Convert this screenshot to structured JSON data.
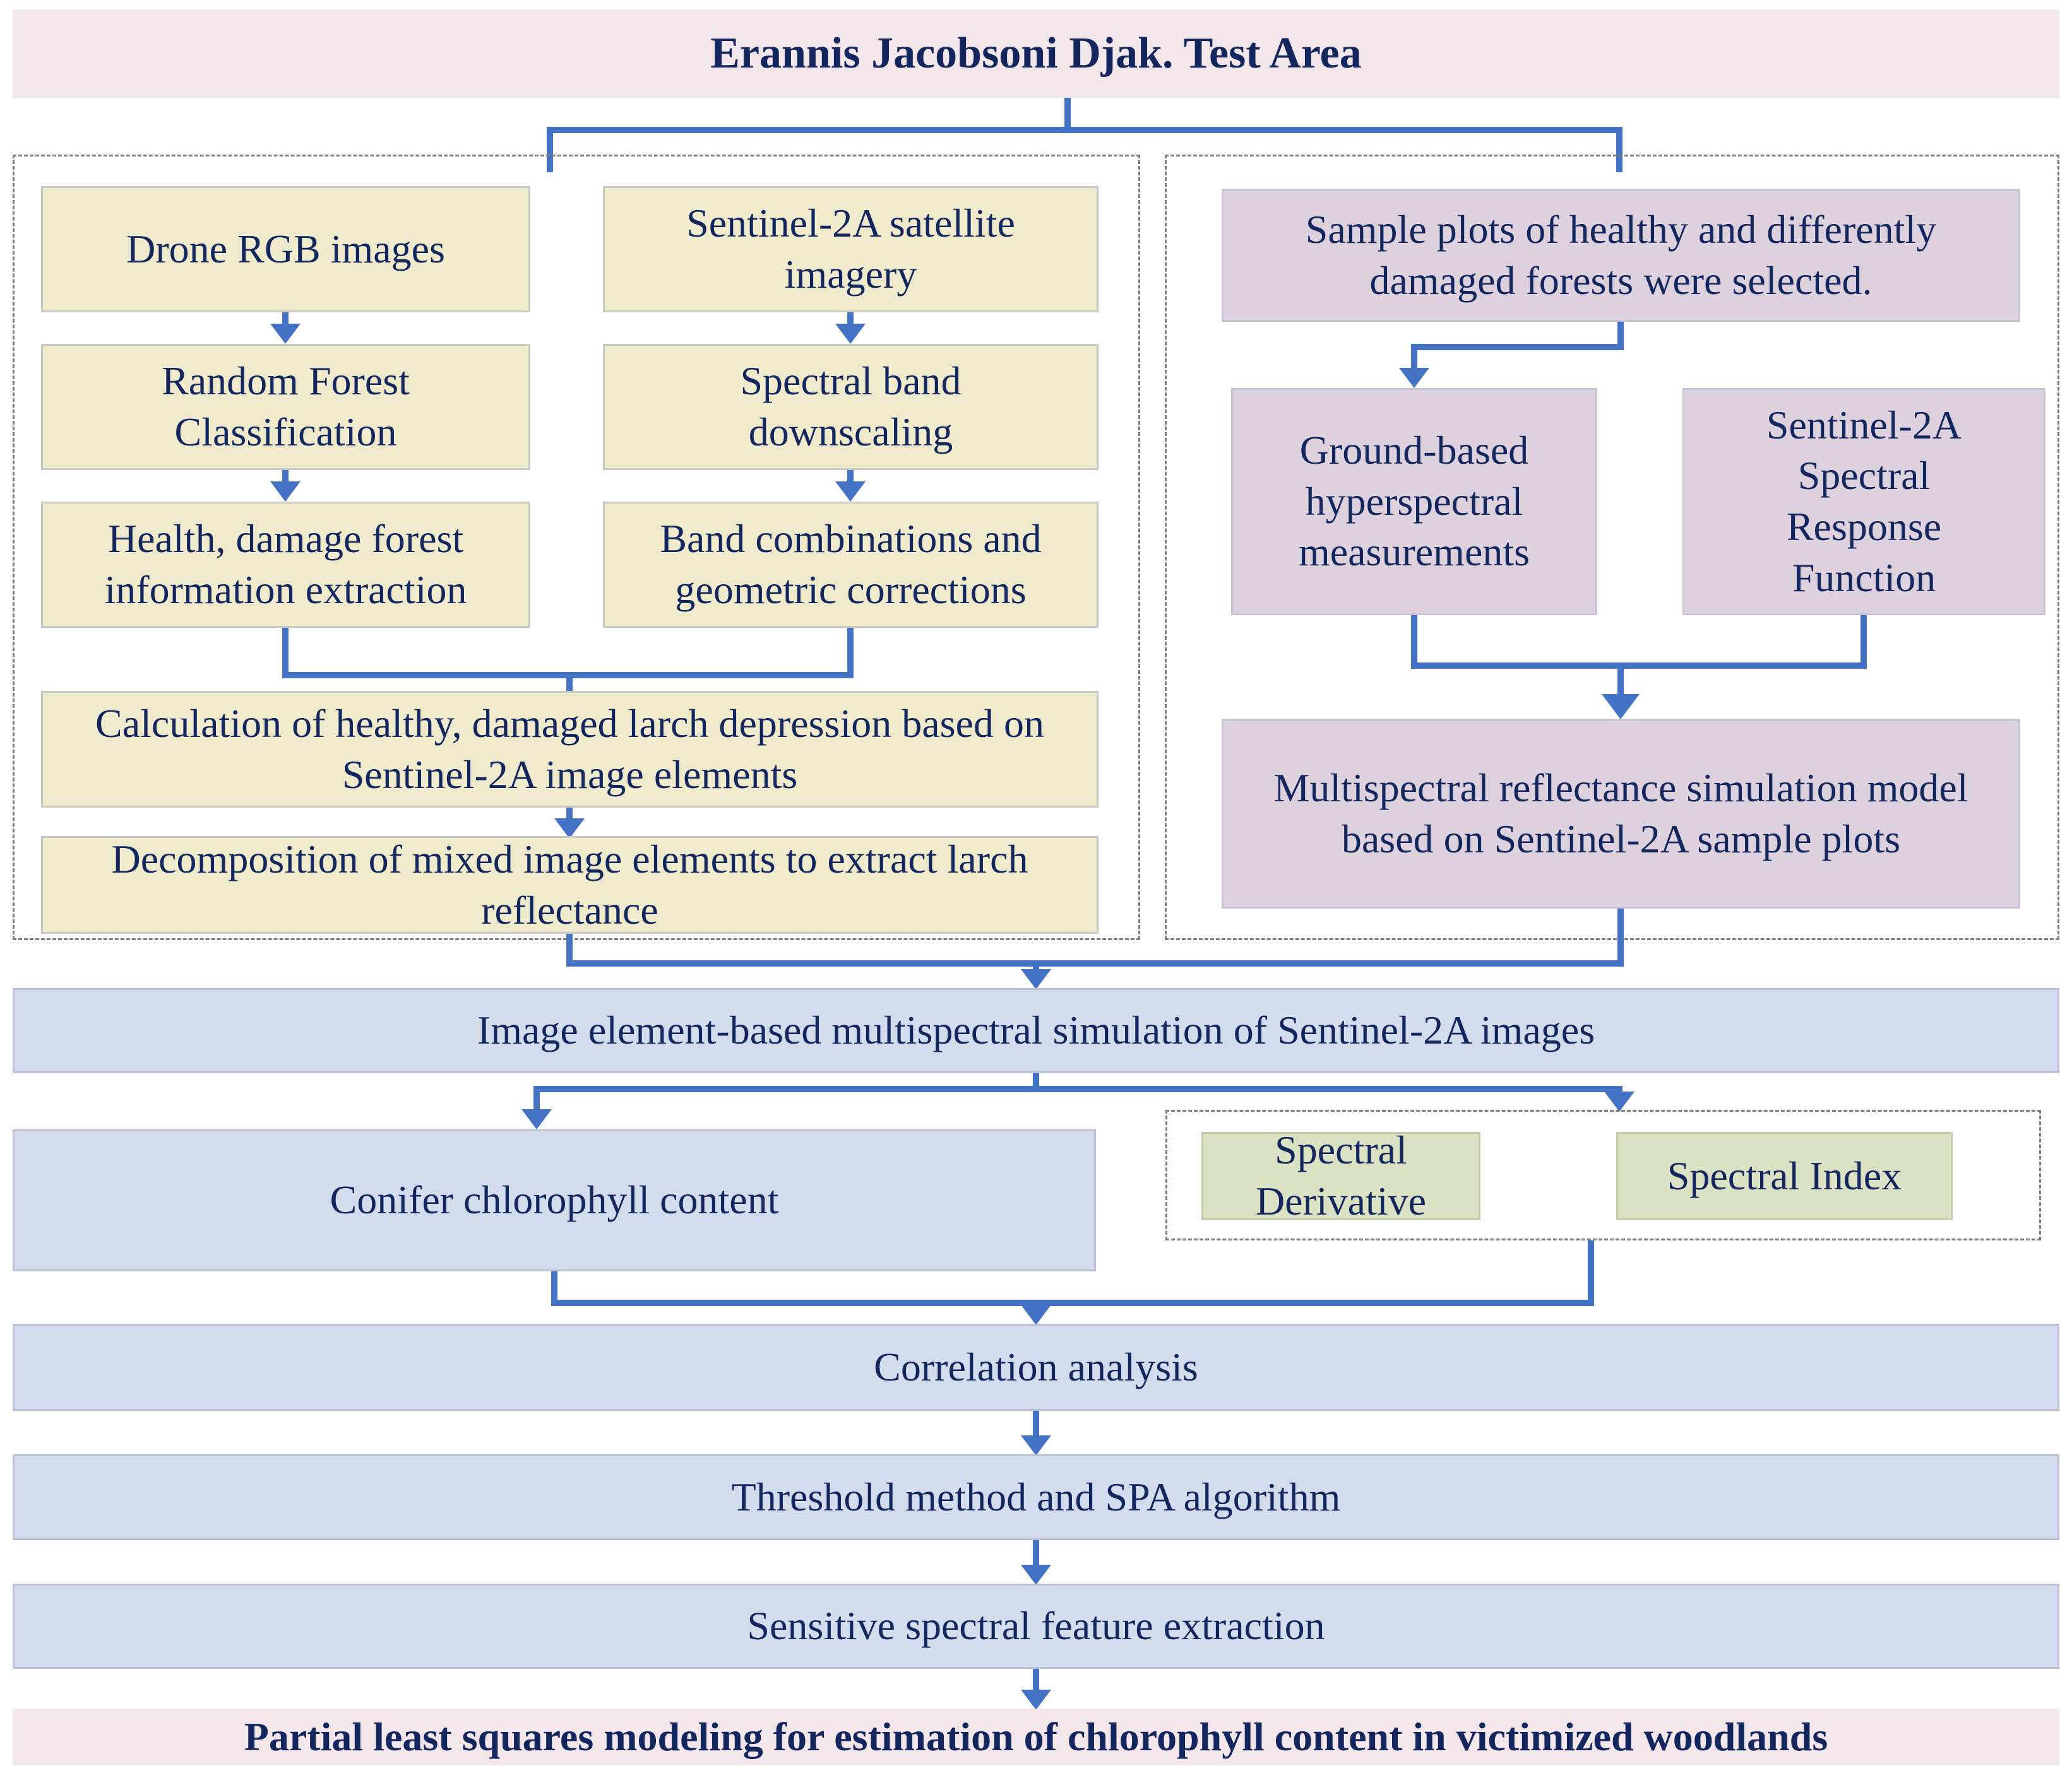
{
  "header": {
    "title": "Erannis Jacobsoni Djak. Test Area"
  },
  "left_panel": {
    "drone": "Drone RGB images",
    "sentinel_imagery": "Sentinel-2A satellite imagery",
    "random_forest": "Random Forest Classification",
    "band_downscaling": "Spectral band downscaling",
    "health_extraction": "Health, damage forest information extraction",
    "band_combinations": "Band combinations and geometric corrections",
    "calculation": "Calculation of healthy, damaged larch depression based on Sentinel-2A image elements",
    "decomposition": "Decomposition of mixed image elements to extract larch reflectance"
  },
  "right_panel": {
    "sample_plots": "Sample plots of healthy and differently damaged forests were selected.",
    "ground_hyperspectral": "Ground-based hyperspectral measurements",
    "spectral_response": "Sentinel-2A Spectral Response Function",
    "simulation_model": "Multispectral reflectance simulation model based on Sentinel-2A sample plots"
  },
  "pipeline": {
    "image_simulation": "Image element-based multispectral simulation of Sentinel-2A images",
    "conifer_chlorophyll": "Conifer chlorophyll content",
    "spectral_derivative": "Spectral Derivative",
    "spectral_index": "Spectral Index",
    "correlation": "Correlation analysis",
    "threshold": "Threshold method and SPA algorithm",
    "sensitive_features": "Sensitive spectral feature extraction"
  },
  "footer": {
    "title": "Partial least squares modeling for estimation of chlorophyll content in victimized woodlands"
  },
  "colors": {
    "header_pink": "#f3e6ea",
    "yellow_box": "#eeeacb",
    "purple_box": "#ddd1dd",
    "blue_bar": "#d3dcec",
    "green_box": "#dbe2c4",
    "connector_blue": "#4472c4",
    "text_navy": "#14265e",
    "dashed_border_gray": "#7d7d7d"
  }
}
